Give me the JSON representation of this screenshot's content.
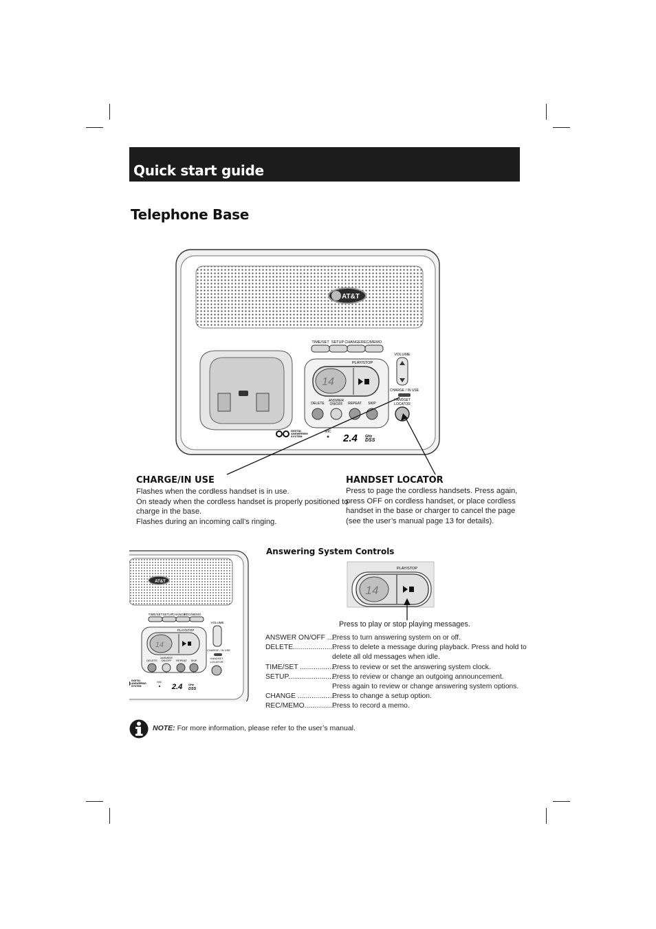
{
  "header": {
    "title": "Quick start guide"
  },
  "section": {
    "title": "Telephone Base"
  },
  "base_labels": {
    "brand": "AT&T",
    "time_set": "TIME/SET",
    "setup": "SETUP",
    "change": "CHANGE",
    "rec_memo": "REC/MEMO",
    "play_stop": "PLAY/STOP",
    "volume": "VOLUME",
    "charge_in_use": "CHARGE / IN USE",
    "handset": "HANDSET",
    "locator": "LOCATOR",
    "delete": "DELETE",
    "answer": "ANSWER",
    "on_off": "ON/OFF",
    "repeat": "REPEAT",
    "skip": "SKIP",
    "counter": "14",
    "digital": "DIGITAL",
    "answering": "ANSWERING",
    "system": "SYSTEM",
    "mic": "MIC",
    "freq": "2.4",
    "ghz": "GHz",
    "dss": "DSS"
  },
  "callouts": {
    "charge": {
      "title": "CHARGE/IN USE",
      "lines": [
        "Flashes when the cordless handset is in use.",
        "On steady when the cordless handset is properly positioned to",
        "charge in the base.",
        "Flashes during an incoming call’s ringing."
      ]
    },
    "locator": {
      "title": "HANDSET LOCATOR",
      "lines": [
        "Press to page the cordless handsets. Press again,",
        "press OFF on cordless handset, or place cordless",
        "handset in the base or charger to cancel the page",
        "(see the user’s manual page 13 for details)."
      ]
    }
  },
  "answering_system": {
    "title": "Answering System Controls",
    "play_caption": "Press to play or stop playing messages.",
    "controls": [
      {
        "name": "ANSWER ON/OFF .....",
        "desc": "Press to turn answering system on or off."
      },
      {
        "name": "DELETE......................",
        "desc": "Press to delete a message during playback. Press and hold to"
      },
      {
        "name": "",
        "desc": "delete all old messages when idle."
      },
      {
        "name": "TIME/SET ...................",
        "desc": "Press to review or set the answering system clock."
      },
      {
        "name": "SETUP.........................",
        "desc": "Press to review or change an outgoing announcement."
      },
      {
        "name": "",
        "desc": "Press again to review or change answering system options."
      },
      {
        "name": "CHANGE ....................",
        "desc": "Press to change a setup option."
      },
      {
        "name": "REC/MEMO................",
        "desc": "Press to record a memo."
      }
    ]
  },
  "note": {
    "label": "NOTE:",
    "text": " For more information, please refer to the user’s manual."
  }
}
